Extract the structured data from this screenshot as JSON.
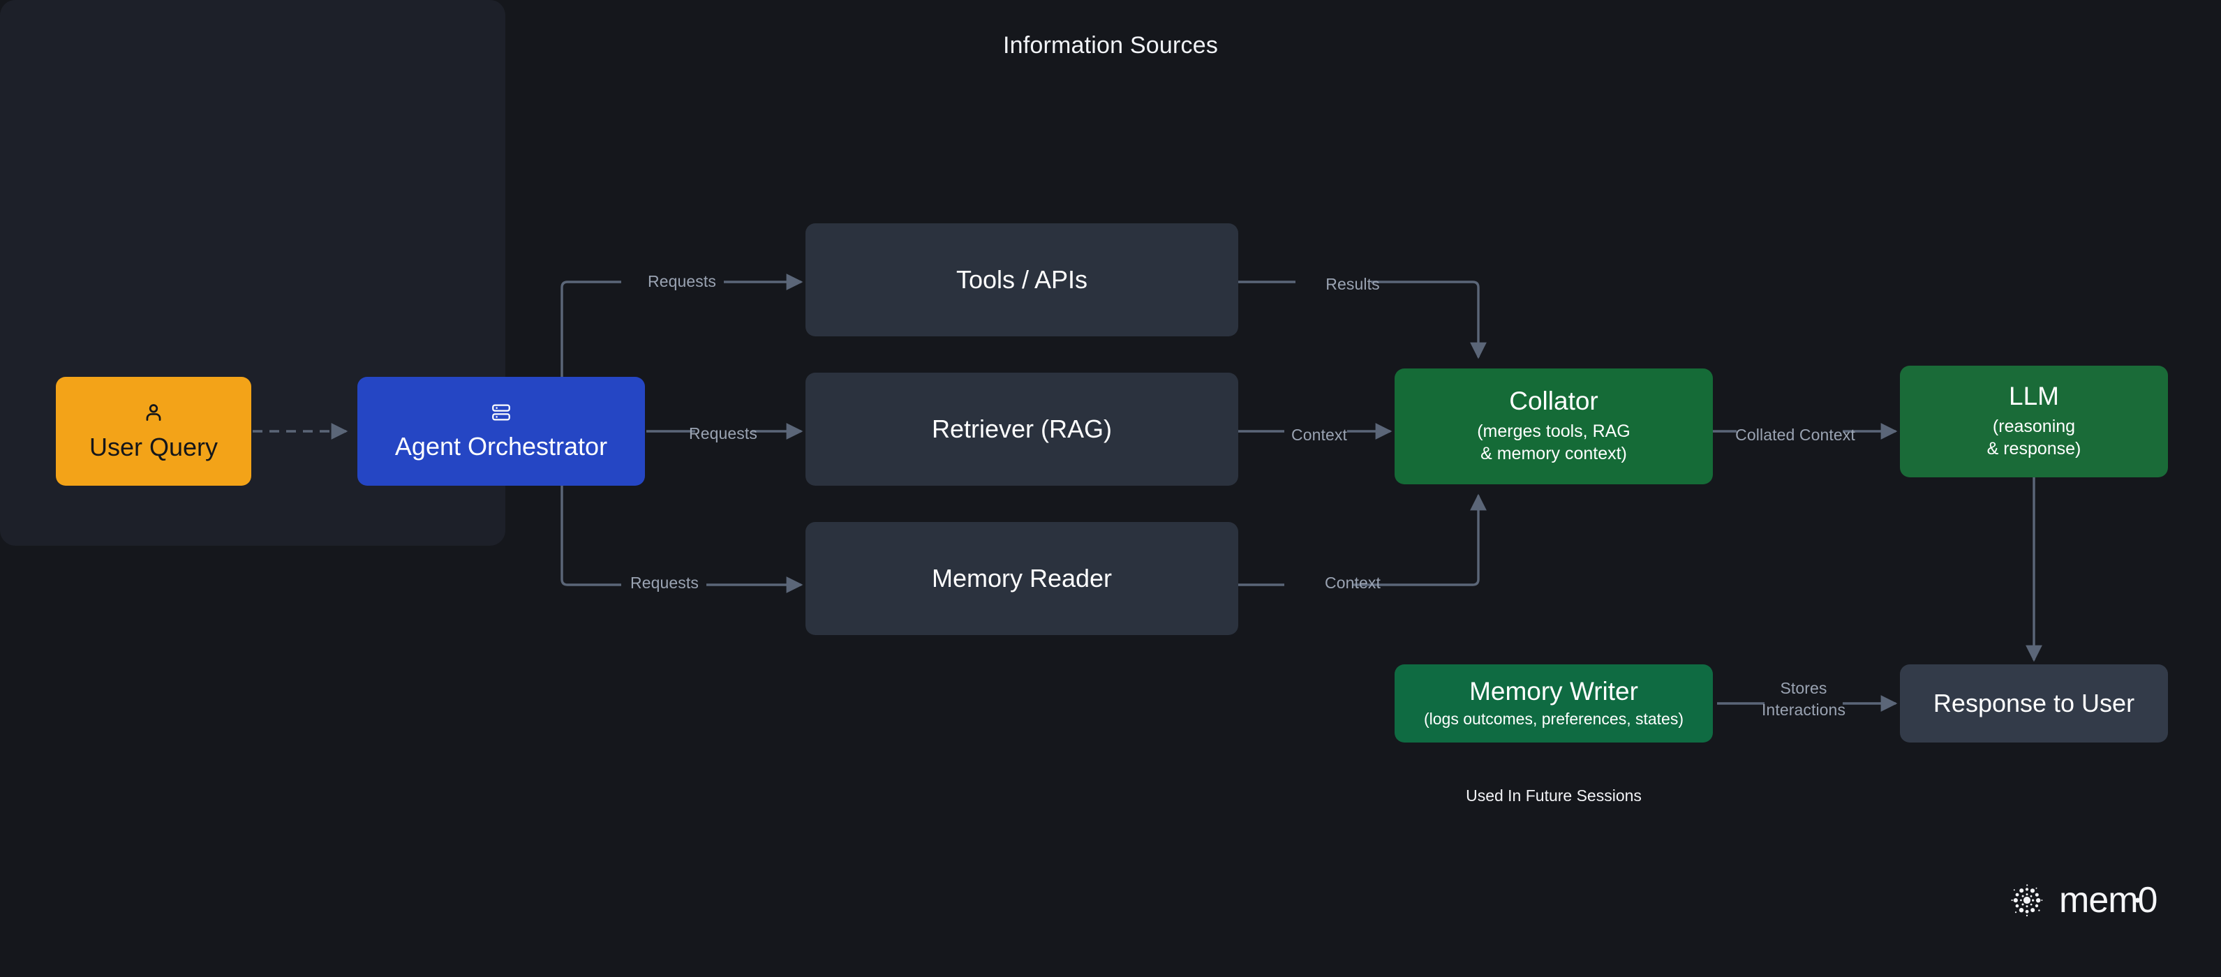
{
  "canvas": {
    "background": "#15171c",
    "title": "Agent memory architecture flow diagram"
  },
  "palette": {
    "background": "#15171c",
    "group_panel": "#1d2029",
    "source_card": "#2b323e",
    "user_query": "#f3a318",
    "agent_orchestrator": "#2546c4",
    "collator": "#156b37",
    "llm": "#1a6b38",
    "memory_writer": "#0f6b42",
    "response": "#333b49",
    "edge_line": "#5b6678",
    "edge_label_text": "#9aa3b2"
  },
  "nodes": {
    "user_query": {
      "label": "User Query",
      "icon": "person-icon"
    },
    "agent_orchestrator": {
      "label": "Agent Orchestrator",
      "icon": "server-icon"
    },
    "information_sources": {
      "title": "Information Sources",
      "cards": [
        {
          "label": "Tools / APIs"
        },
        {
          "label": "Retriever (RAG)"
        },
        {
          "label": "Memory Reader"
        }
      ]
    },
    "collator": {
      "title": "Collator",
      "subtitle_line1": "(merges tools, RAG",
      "subtitle_line2": "& memory context)"
    },
    "llm": {
      "title": "LLM",
      "subtitle_line1": "(reasoning",
      "subtitle_line2": "& response)"
    },
    "memory_writer": {
      "title": "Memory Writer",
      "subtitle": "(logs outcomes, preferences, states)"
    },
    "response_to_user": {
      "label": "Response to User"
    }
  },
  "captions": {
    "future_sessions": "Used In Future Sessions"
  },
  "edges": [
    {
      "id": "user-to-agent",
      "label": "",
      "style": "dashed"
    },
    {
      "id": "agent-to-tools",
      "label": "Requests",
      "style": "solid"
    },
    {
      "id": "agent-to-retriever",
      "label": "Requests",
      "style": "solid"
    },
    {
      "id": "agent-to-memory-reader",
      "label": "Requests",
      "style": "solid"
    },
    {
      "id": "tools-to-collator",
      "label": "Results",
      "style": "solid"
    },
    {
      "id": "retriever-to-collator",
      "label": "Context",
      "style": "solid"
    },
    {
      "id": "memory-reader-to-collator",
      "label": "Context",
      "style": "solid"
    },
    {
      "id": "collator-to-llm",
      "label": "Collated Context",
      "style": "solid"
    },
    {
      "id": "llm-to-response",
      "label": "",
      "style": "solid"
    },
    {
      "id": "response-to-memory-writer",
      "label": "Stores\nInteractions",
      "style": "solid"
    }
  ],
  "edge_labels": {
    "requests_tools": "Requests",
    "requests_retriever": "Requests",
    "requests_memory_reader": "Requests",
    "results": "Results",
    "context_retriever": "Context",
    "context_memory_reader": "Context",
    "collated_context": "Collated Context",
    "stores_line1": "Stores",
    "stores_line2": "Interactions"
  },
  "brand": {
    "name": "mem0",
    "logo_icon": "mem0-particle-logo-icon"
  }
}
